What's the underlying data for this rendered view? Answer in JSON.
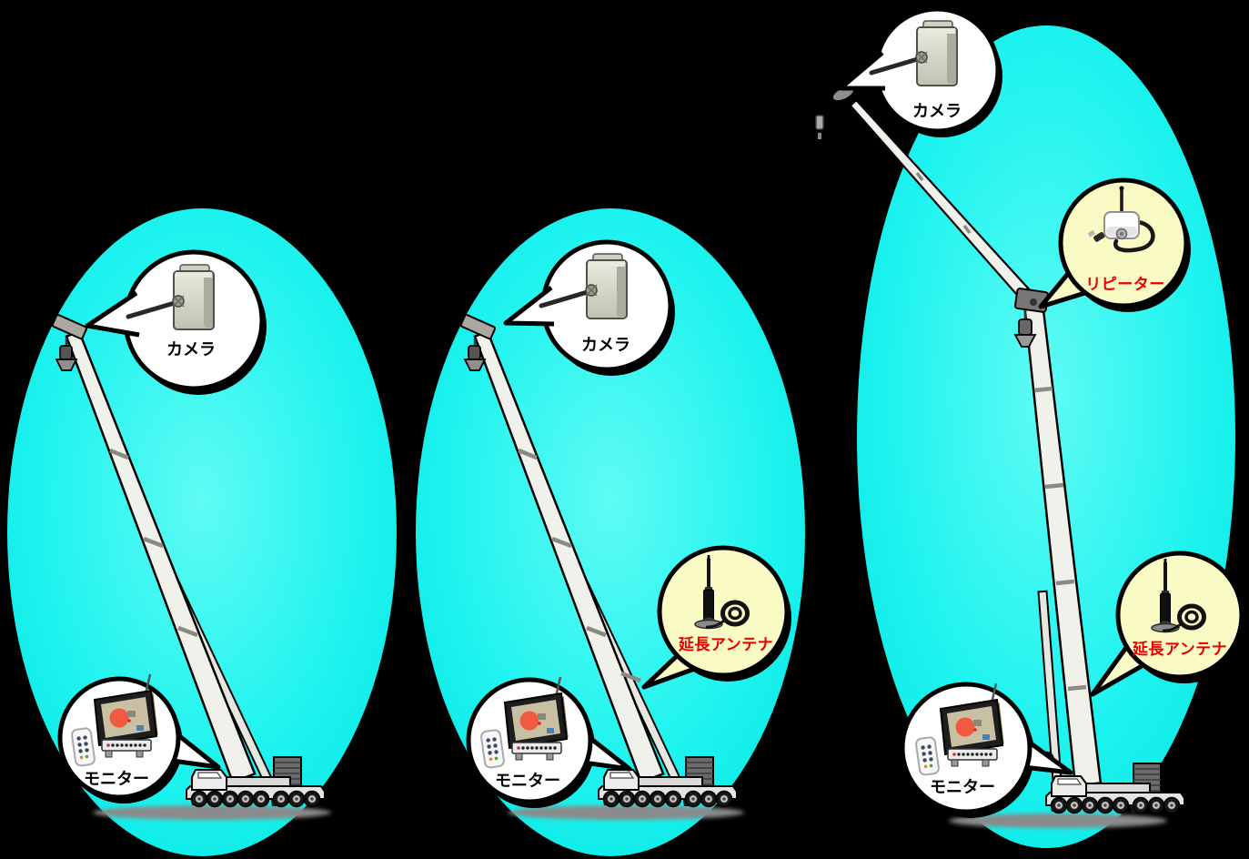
{
  "diagram_title": "wireless crane camera system configurations",
  "colors": {
    "background": "#000000",
    "coverage_fill": "#17F1EE",
    "coverage_fill_light": "#5FFBF4",
    "bubble_white": "#FFFFFF",
    "bubble_yellow": "#FAFBC4",
    "label_black": "#000000",
    "label_red": "#E60000",
    "boom_fill": "#F1F1EC",
    "truck_fill": "#E6E6E6",
    "shadow_gray": "#8A8A8A"
  },
  "scenes": [
    {
      "id": "basic-setup",
      "callouts": [
        {
          "id": "camera",
          "label": "カメラ",
          "bubble": "white",
          "text_color": "#000000"
        },
        {
          "id": "monitor",
          "label": "モニター",
          "bubble": "white",
          "text_color": "#000000"
        }
      ]
    },
    {
      "id": "extension-antenna-setup",
      "callouts": [
        {
          "id": "camera",
          "label": "カメラ",
          "bubble": "white",
          "text_color": "#000000"
        },
        {
          "id": "extension-antenna",
          "label": "延長アンテナ",
          "bubble": "yellow",
          "text_color": "#E60000"
        },
        {
          "id": "monitor",
          "label": "モニター",
          "bubble": "white",
          "text_color": "#000000"
        }
      ]
    },
    {
      "id": "repeater-setup",
      "callouts": [
        {
          "id": "camera",
          "label": "カメラ",
          "bubble": "white",
          "text_color": "#000000"
        },
        {
          "id": "repeater",
          "label": "リピーター",
          "bubble": "yellow",
          "text_color": "#E60000"
        },
        {
          "id": "extension-antenna",
          "label": "延長アンテナ",
          "bubble": "yellow",
          "text_color": "#E60000"
        },
        {
          "id": "monitor",
          "label": "モニター",
          "bubble": "white",
          "text_color": "#000000"
        }
      ]
    }
  ]
}
